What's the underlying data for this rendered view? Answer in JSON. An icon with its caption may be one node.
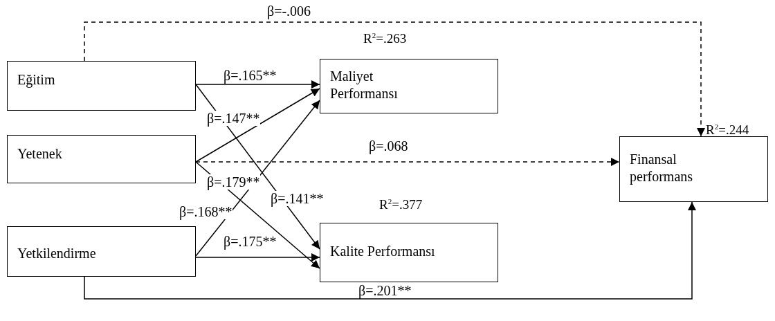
{
  "diagram": {
    "nodes": [
      {
        "text": [
          "Eğitim"
        ]
      },
      {
        "text": [
          "Yetenek"
        ]
      },
      {
        "text": [
          "Yetkilendirme"
        ]
      },
      {
        "text": [
          "Maliyet Performansı"
        ],
        "beside": [
          "R$^{2}$=.263"
        ]
      },
      {
        "text": [
          "Kalite Performansı"
        ],
        "beside": [
          "R$^{2}$=.377"
        ]
      },
      {
        "text": [
          "Finansal performans"
        ],
        "beside": [
          "R$^{2}$=.244"
        ]
      }
    ],
    "edges": [
      {
        "from": 0,
        "to": 3,
        "arrow": "to",
        "label": "β=.165**"
      },
      {
        "from": 0,
        "to": 4,
        "arrow": "to",
        "label": "β=.141**"
      },
      {
        "from": 1,
        "to": 3,
        "arrow": "to",
        "label": "β=.147**"
      },
      {
        "from": 1,
        "to": 4,
        "arrow": "to",
        "label": "β=.179**"
      },
      {
        "from": 1,
        "to": 5,
        "arrow": "to",
        "label": "β=.068",
        "style": "dashed"
      },
      {
        "from": 2,
        "to": 3,
        "arrow": "to",
        "label": "β=.168**"
      },
      {
        "from": 2,
        "to": 4,
        "arrow": "to",
        "label": "β=.175**"
      },
      {
        "from": 2,
        "to": 5,
        "arrow": "to",
        "label": "β=.201**"
      },
      {
        "from": 0,
        "to": 5,
        "arrow": "to",
        "label": "β=-.006",
        "style": "dashed"
      }
    ]
  }
}
